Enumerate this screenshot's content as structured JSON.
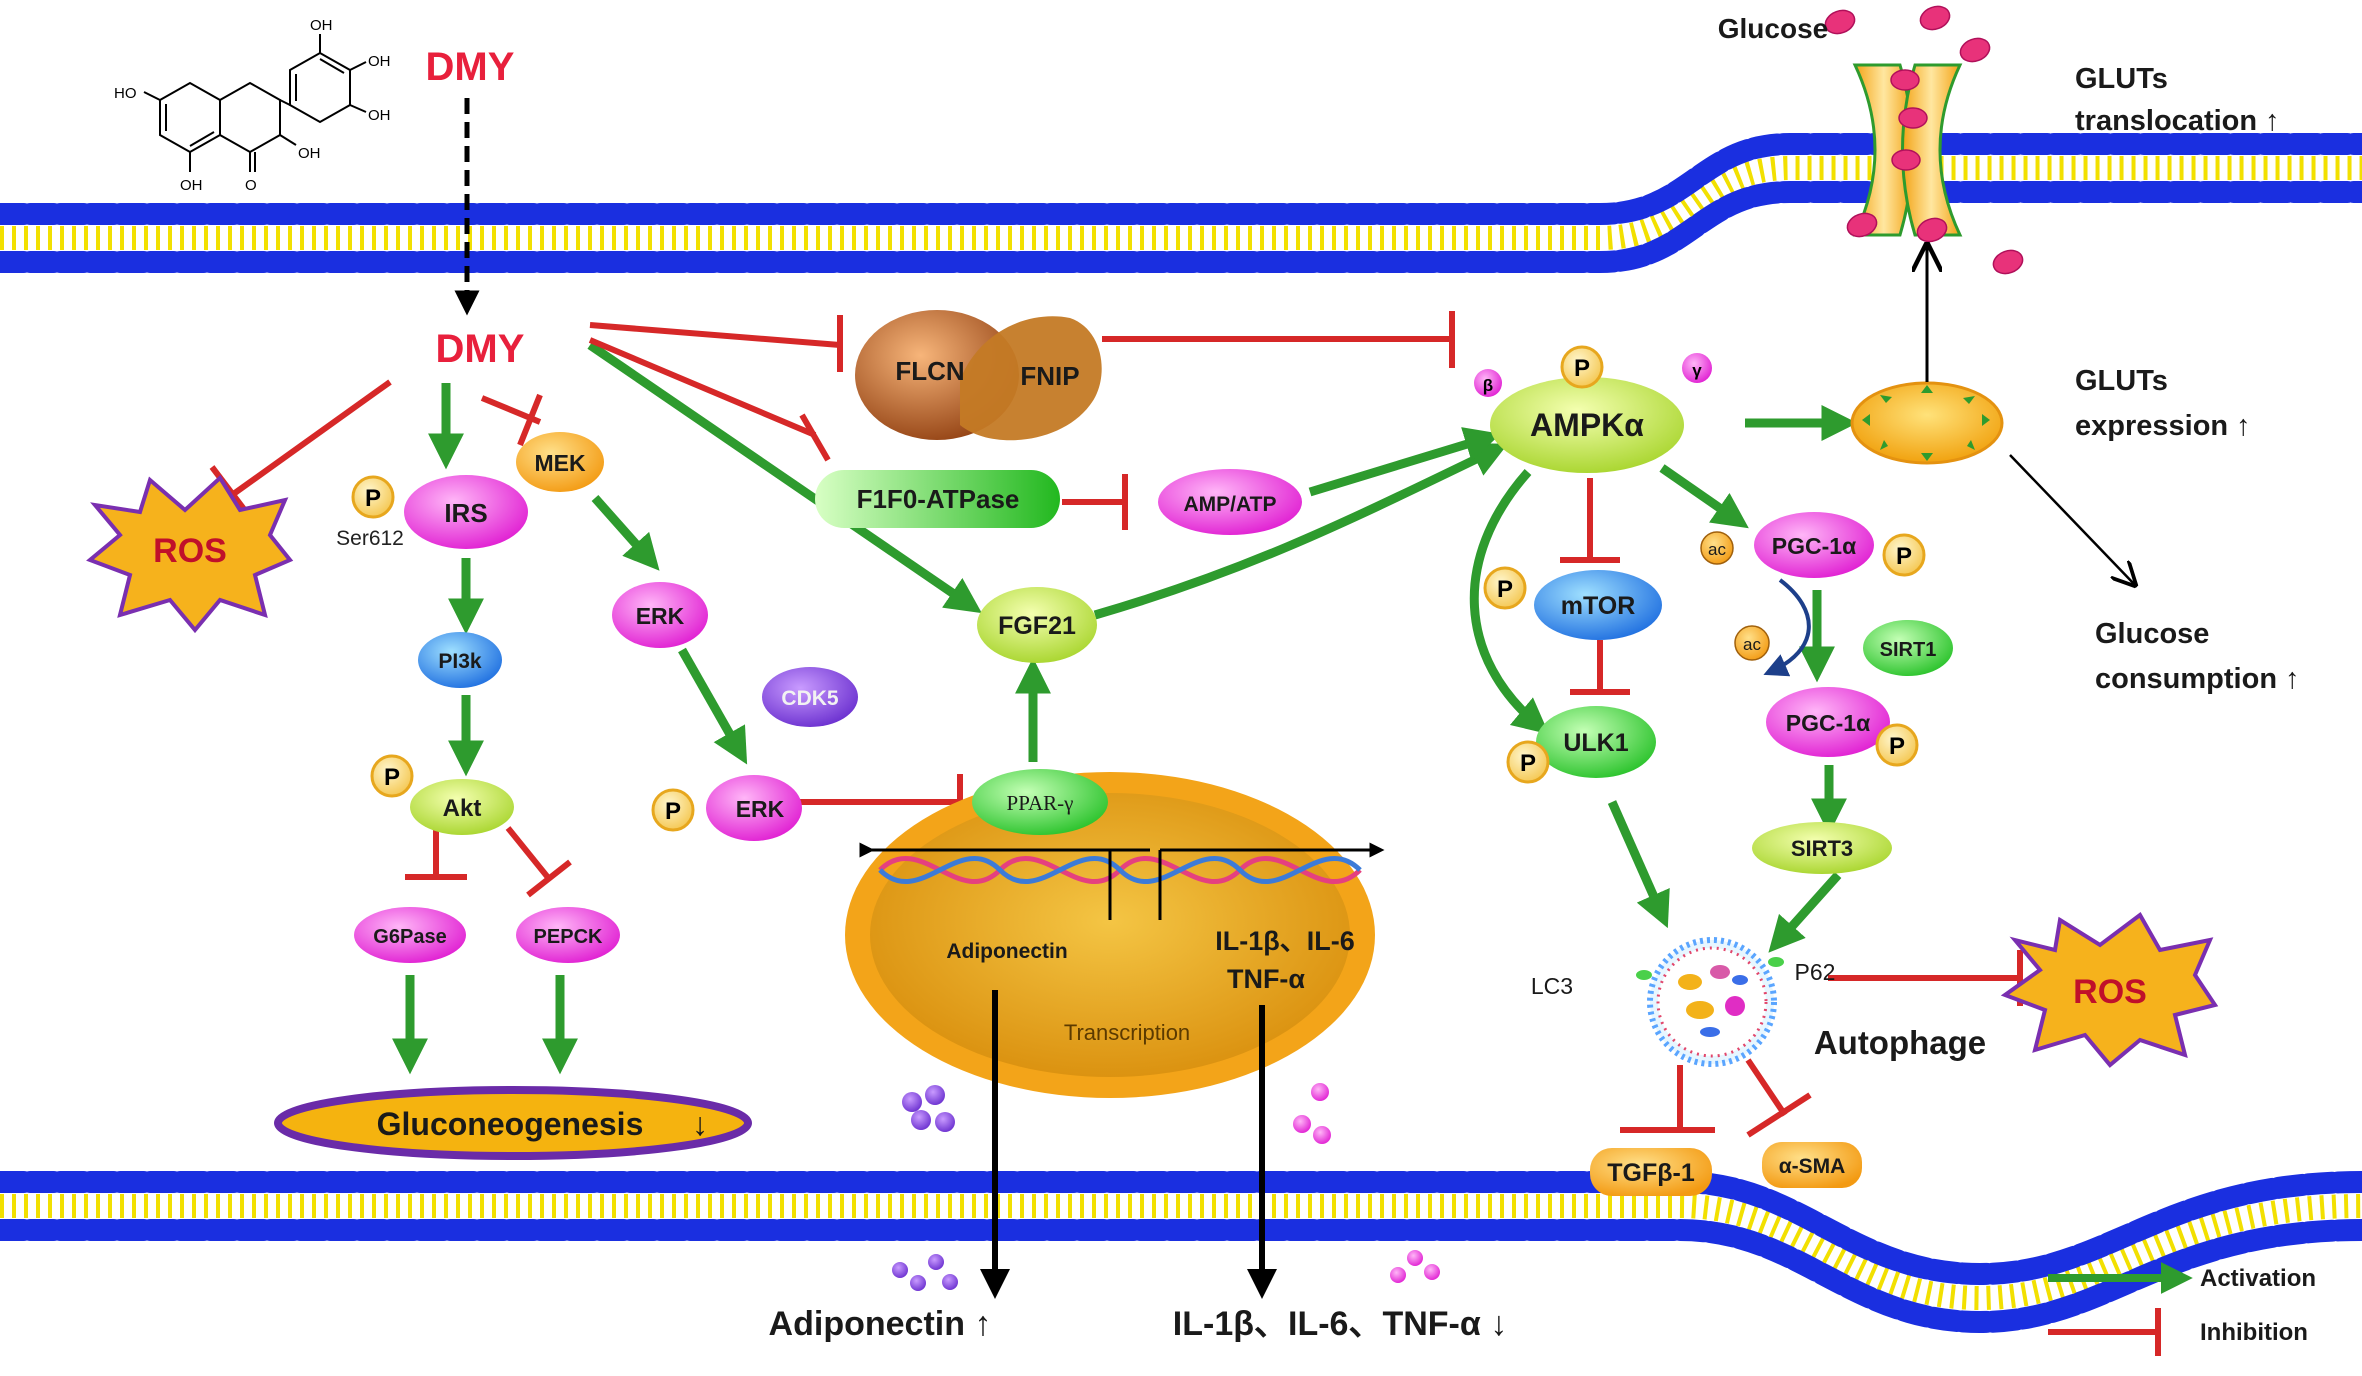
{
  "labels": {
    "dmy_top": "DMY",
    "dmy": "DMY",
    "ros_left": "ROS",
    "ros_right": "ROS",
    "p": "P",
    "ser612": "Ser612",
    "irs": "IRS",
    "mek": "MEK",
    "pi3k": "PI3k",
    "akt": "Akt",
    "g6pase": "G6Pase",
    "pepck": "PEPCK",
    "gluconeogenesis": "Gluconeogenesis",
    "down_arrow": "↓",
    "up_arrow": "↑",
    "erk": "ERK",
    "cdk5": "CDK5",
    "flcn": "FLCN",
    "fnip": "FNIP",
    "f1f0": "F1F0-ATPase",
    "amp_atp": "AMP/ATP",
    "fgf21": "FGF21",
    "ppar": "PPAR-γ",
    "adiponectin_gene": "Adiponectin",
    "il_gene_1": "IL-1β、IL-6",
    "il_gene_2": "TNF-α",
    "transcription": "Transcription",
    "ampk": "AMPKα",
    "beta": "β",
    "gamma": "γ",
    "mtor": "mTOR",
    "ulk1": "ULK1",
    "pgc1a": "PGC-1α",
    "ac": "ac",
    "sirt1": "SIRT1",
    "sirt3": "SIRT3",
    "lc3": "LC3",
    "p62": "P62",
    "autophage": "Autophage",
    "tgfb1": "TGFβ-1",
    "asma": "α-SMA",
    "glucose": "Glucose",
    "gluts_transloc_1": "GLUTs",
    "gluts_transloc_2": "translocation ↑",
    "gluts_expr_1": "GLUTs",
    "gluts_expr_2": "expression ↑",
    "glucose_consumption_1": "Glucose",
    "glucose_consumption_2": "consumption ↑",
    "adiponectin_out": "Adiponectin ↑",
    "il_out": "IL-1β、IL-6、TNF-α ↓"
  },
  "legend": {
    "activation": "Activation",
    "inhibition": "Inhibition"
  },
  "chemical_structure": {
    "labels": [
      "OH",
      "OH",
      "OH",
      "HO",
      "OH",
      "OH",
      "O"
    ]
  },
  "colors": {
    "activation": "#2e9b2e",
    "inhibition": "#d62828",
    "dmy": "#e8203c",
    "membrane_head": "#1a2fe0",
    "membrane_tail": "#f2e000",
    "ros_fill": "#f6b21c",
    "ros_border": "#7a2fb0",
    "phospho_fill": "#fbe3a0",
    "nucleus": "#f0a418"
  }
}
